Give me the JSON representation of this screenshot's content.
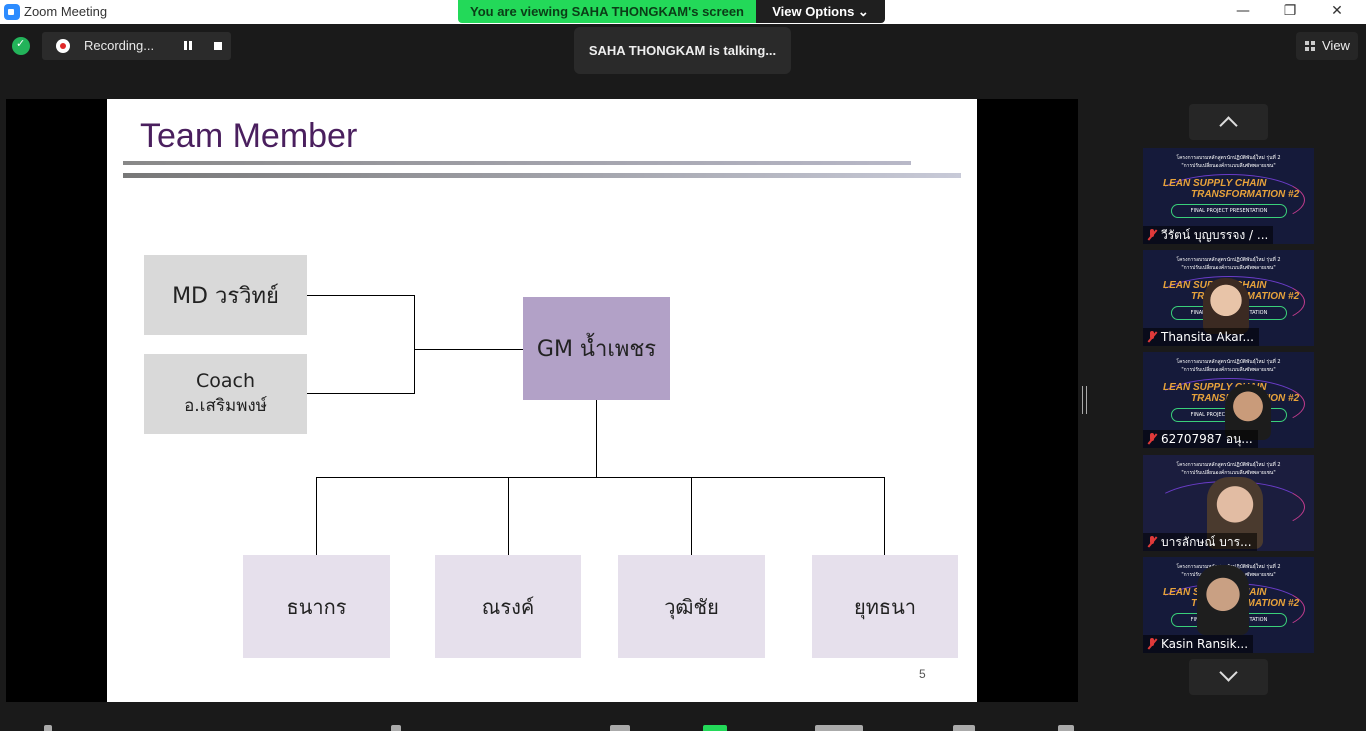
{
  "window": {
    "title": "Zoom Meeting",
    "minimize": "—",
    "maximize": "❐",
    "close": "✕"
  },
  "banner": {
    "viewing": "You are viewing SAHA THONGKAM's screen",
    "view_options": "View Options ⌄"
  },
  "recording": {
    "label": "Recording..."
  },
  "talking": "SAHA THONGKAM is talking...",
  "view_button": "View",
  "slide": {
    "title": "Team Member",
    "md": "MD วรวิทย์",
    "coach_line1": "Coach",
    "coach_line2": "อ.เสริมพงษ์",
    "gm": "GM น้ำเพชร",
    "members": [
      "ธนากร",
      "ณรงค์",
      "วุฒิชัย",
      "ยุทธนา"
    ],
    "page_number": "5"
  },
  "gallery": {
    "slide_bg_text": {
      "line1": "โครงการอบรมหลักสูตรนักปฏิบัติพันธุ์ใหม่ รุ่นที่ 2",
      "line2": "\"การปรับเปลี่ยนองค์กรแบบลีนซัพพลายเชน\"",
      "big1": "LEAN SUPPLY CHAIN",
      "big2": "TRANSFORMATION #2",
      "pill": "FINAL PROJECT PRESENTATION"
    },
    "participants": [
      {
        "name": "วีรัตน์ บุญบรรจง / ...",
        "muted": true
      },
      {
        "name": "Thansita Akar...",
        "muted": true
      },
      {
        "name": "62707987 อนุ...",
        "muted": true
      },
      {
        "name": "บารลักษณ์ บาร...",
        "muted": true
      },
      {
        "name": "Kasin Ransik...",
        "muted": true
      }
    ]
  },
  "colors": {
    "banner_green": "#23d959",
    "title_purple": "#4a1f5e",
    "gm_box": "#b2a1c7",
    "member_box": "#e6e0ec",
    "md_box": "#d9d9d9"
  }
}
